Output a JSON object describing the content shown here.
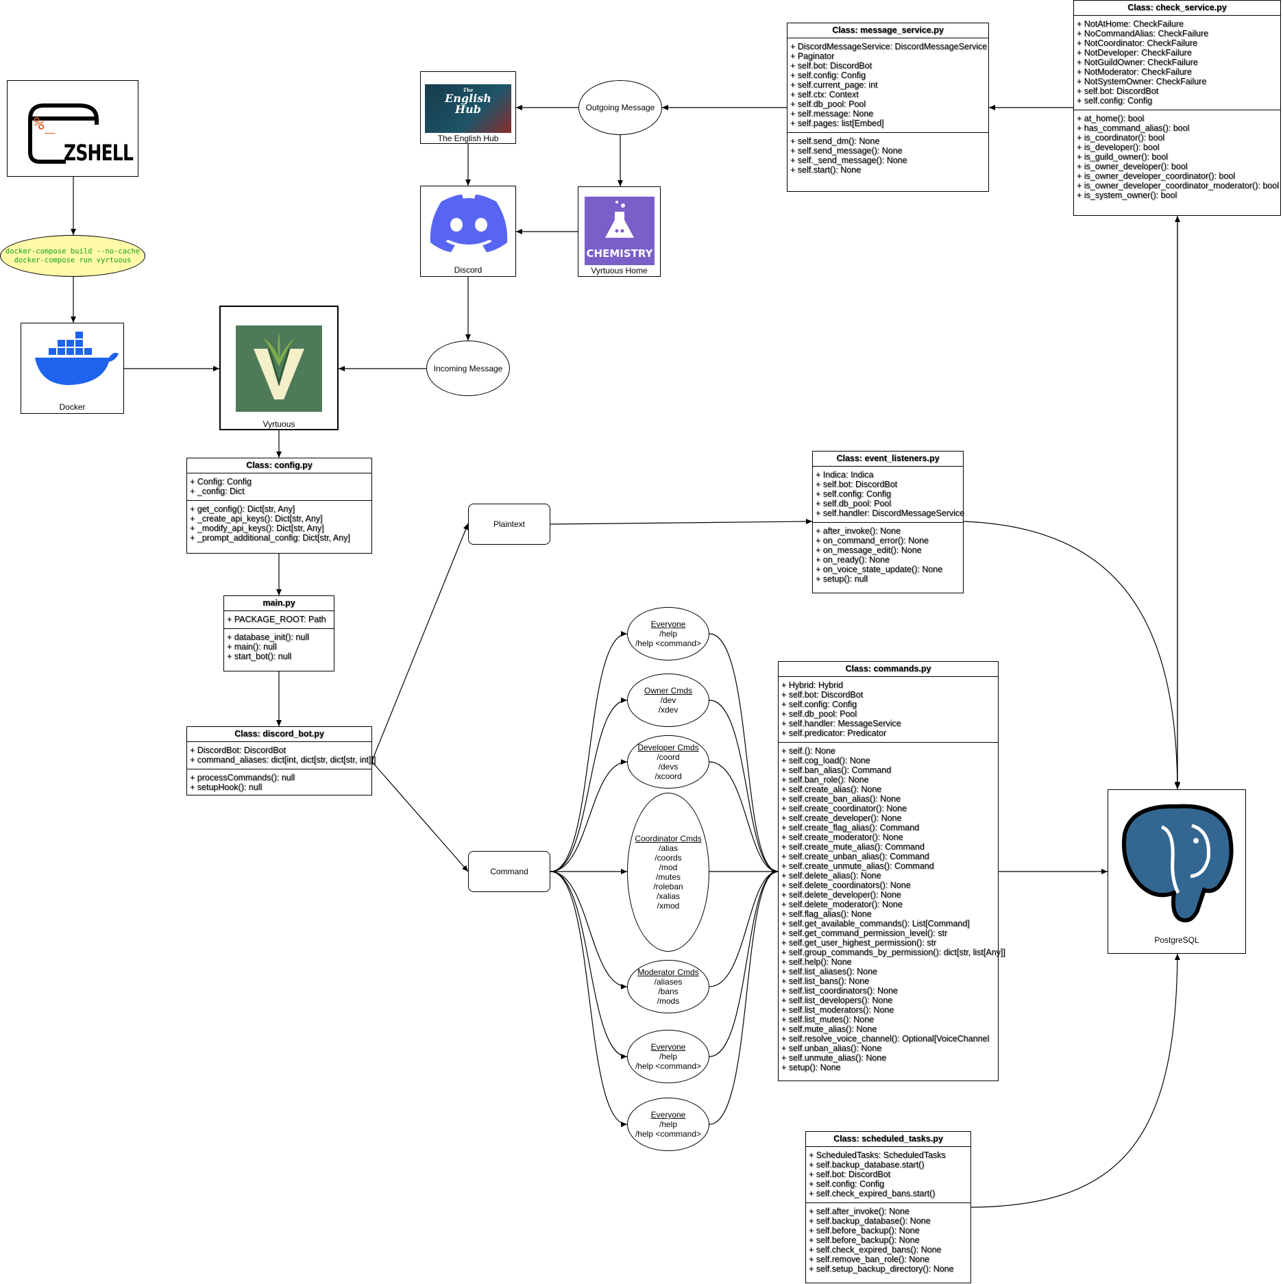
{
  "nodes": {
    "zshell": {
      "label": "ZSHELL",
      "prompt": "%_",
      "icon": "terminal-icon"
    },
    "docker_cmd": {
      "lines": [
        "docker-compose build --no-cache",
        "docker-compose run vyrtuous"
      ]
    },
    "docker": {
      "label": "Docker",
      "icon": "docker-whale-icon"
    },
    "vyrtuous": {
      "label": "Vyrtuous",
      "icon": "vyrtuous-logo"
    },
    "english_hub": {
      "label": "The English Hub",
      "logo_line1": "The",
      "logo_line2": "English",
      "logo_line3": "Hub"
    },
    "discord": {
      "label": "Discord",
      "icon": "discord-icon"
    },
    "vyrtuous_home": {
      "label": "Vyrtuous Home",
      "logo_text": "CHEMISTRY",
      "icon": "chemistry-flask-icon"
    },
    "outgoing": {
      "label": "Outgoing Message"
    },
    "incoming": {
      "label": "Incoming Message"
    },
    "plaintext": {
      "label": "Plaintext"
    },
    "command": {
      "label": "Command"
    },
    "postgres": {
      "label": "PostgreSQL",
      "icon": "postgresql-elephant-icon"
    }
  },
  "classes": {
    "config": {
      "title": "Class: config.py",
      "attrs": [
        "+ Config: Config",
        "+ _config: Dict"
      ],
      "methods": [
        "+ get_config(): Dict[str, Any]",
        "+ _create_api_keys(): Dict[str, Any]",
        "+ _modify_api_keys(): Dict[str, Any]",
        "+ _prompt_additional_config: Dict[str, Any]"
      ]
    },
    "main": {
      "title": "main.py",
      "attrs": [
        "+ PACKAGE_ROOT: Path"
      ],
      "methods": [
        "+ database_init(): null",
        "+ main(): null",
        "+ start_bot(): null"
      ]
    },
    "discord_bot": {
      "title": "Class: discord_bot.py",
      "attrs": [
        "+ DiscordBot: DiscordBot",
        "+ command_aliases: dict[int, dict[str, dict[str, int]]]"
      ],
      "methods": [
        "+ processCommands(): null",
        "+ setupHook(): null"
      ]
    },
    "message_service": {
      "title": "Class: message_service.py",
      "attrs": [
        "+ DiscordMessageService: DiscordMessageService",
        "+ Paginator",
        "+ self.bot: DiscordBot",
        "+ self.config: Config",
        "+ self.current_page: int",
        "+ self.ctx: Context",
        "+ self.db_pool: Pool",
        "+ self.message: None",
        "+ self.pages: list[Embed]"
      ],
      "methods": [
        "+ self.send_dm(): None",
        "+ self.send_message(): None",
        "+ self._send_message(): None",
        "+ self.start(): None"
      ]
    },
    "check_service": {
      "title": "Class: check_service.py",
      "attrs": [
        "+ NotAtHome: CheckFailure",
        "+ NoCommandAlias: CheckFailure",
        "+ NotCoordinator: CheckFailure",
        "+ NotDeveloper: CheckFailure",
        "+ NotGuildOwner: CheckFailure",
        "+ NotModerator: CheckFailure",
        "+ NotSystemOwner: CheckFailure",
        "+ self.bot: DiscordBot",
        "+ self.config: Config"
      ],
      "methods": [
        "+ at_home(): bool",
        "+ has_command_alias(): bool",
        "+ is_coordinator(): bool",
        "+ is_developer(): bool",
        "+ is_guild_owner(): bool",
        "+ is_owner_developer(): bool",
        "+ is_owner_developer_coordinator(): bool",
        "+  is_owner_developer_coordinator_moderator(): bool",
        "+ is_system_owner(): bool"
      ]
    },
    "event_listeners": {
      "title": "Class: event_listeners.py",
      "attrs": [
        "+ Indica: Indica",
        "+ self.bot: DiscordBot",
        "+ self.config: Config",
        "+ self.db_pool: Pool",
        "+ self.handler: DiscordMessageService"
      ],
      "methods": [
        "+ after_invoke(): None",
        "+ on_command_error(): None",
        "+ on_message_edit(): None",
        "+ on_ready(): None",
        "+ on_voice_state_update(): None",
        "+ setup(): null"
      ]
    },
    "commands": {
      "title": "Class: commands.py",
      "attrs": [
        "+ Hybrid: Hybrid",
        "+ self.bot: DiscordBot",
        "+ self.config: Config",
        "+ self.db_pool: Pool",
        "+ self.handler: MessageService",
        "+ self.predicator: Predicator"
      ],
      "methods": [
        "+ self.(): None",
        "+ self.cog_load(): None",
        "+ self.ban_alias(): Command",
        "+ self.ban_role(): None",
        "+ self.create_alias(): None",
        "+ self.create_ban_alias(): None",
        "+ self.create_coordinator(): None",
        "+ self.create_developer(): None",
        "+ self.create_flag_alias(): Command",
        "+ self.create_moderator(): None",
        "+ self.create_mute_alias(): Command",
        "+ self.create_unban_alias(): Command",
        "+ self.create_unmute_alias(): Command",
        "+ self.delete_alias(): None",
        "+ self.delete_coordinators(): None",
        "+ self.delete_developer(): None",
        "+ self.delete_moderator(): None",
        "+ self.flag_alias(): None",
        "+ self.get_available_commands(): List[Command]",
        "+ self.get_command_permission_level(): str",
        "+ self.get_user_highest_permission(): str",
        "+ self.group_commands_by_permission(): dict[str, list[Any]]",
        "+ self.help(): None",
        "+ self.list_aliases(): None",
        "+ self.list_bans(): None",
        "+ self.list_coordinators(): None",
        "+ self.list_developers(): None",
        "+ self.list_moderators(): None",
        "+ self.list_mutes(): None",
        "+ self.mute_alias(): None",
        "+ self.resolve_voice_channel(): Optional[VoiceChannel",
        "+ self.unban_alias(): None",
        "+ self.unmute_alias(): None",
        "+ setup(): None"
      ]
    },
    "scheduled_tasks": {
      "title": "Class: scheduled_tasks.py",
      "attrs": [
        "+ ScheduledTasks: ScheduledTasks",
        "+ self.backup_database.start()",
        "+ self.bot: DiscordBot",
        "+ self.config: Config",
        "+ self.check_expired_bans.start()"
      ],
      "methods": [
        "+ self.after_invoke(): None",
        "+ self.backup_database(): None",
        "+ self.before_backup(): None",
        "+ self.before_backup(): None",
        "+ self.check_expired_bans(): None",
        "+ self.remove_ban_role(): None",
        "+ self.setup_backup_directory(): None"
      ]
    }
  },
  "permission_groups": [
    {
      "title": "Everyone",
      "cmds": [
        "/help",
        "/help <command>"
      ]
    },
    {
      "title": "Owner Cmds",
      "cmds": [
        "/dev",
        "/xdev"
      ]
    },
    {
      "title": "Developer Cmds",
      "cmds": [
        "/coord",
        "/devs",
        "/xcoord"
      ]
    },
    {
      "title": "Coordinator Cmds",
      "cmds": [
        "/alias",
        "/coords",
        "/mod",
        "/mutes",
        "/roleban",
        "/xalias",
        "/xmod"
      ]
    },
    {
      "title": "Moderator Cmds",
      "cmds": [
        "/aliases",
        "/bans",
        "/mods"
      ]
    },
    {
      "title": "Everyone",
      "cmds": [
        "/help",
        "/help <command>"
      ]
    },
    {
      "title": "Everyone",
      "cmds": [
        "/help",
        "/help <command>"
      ]
    }
  ],
  "colors": {
    "discord": "#5865F2",
    "docker": "#1D63ED",
    "vyrtuous_bg": "#4E7A5A",
    "chemistry_bg": "#7B5FC9",
    "postgres": "#336791",
    "cmd_bg": "#FFF9A8",
    "cmd_text": "#14A514",
    "shell_orange": "#E2531D"
  }
}
